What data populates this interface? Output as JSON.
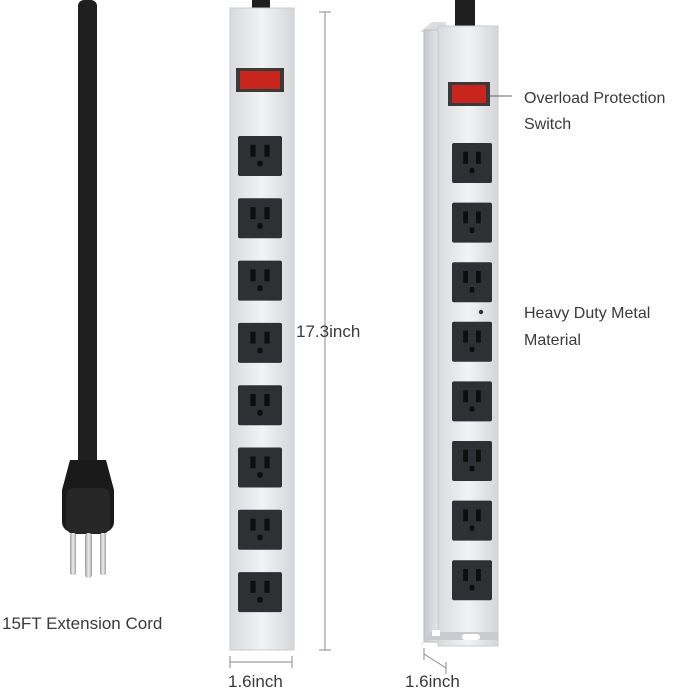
{
  "labels": {
    "cord": "15FT Extension Cord",
    "length": "17.3inch",
    "width_front": "1.6inch",
    "width_side": "1.6inch",
    "switch_line1": "Overload Protection",
    "switch_line2": "Switch",
    "metal_line1": "Heavy Duty Metal",
    "metal_line2": "Material"
  },
  "product": {
    "outlet_count": 8
  },
  "colors": {
    "housing": "#e9eaec",
    "housing_edge": "#c9cbcf",
    "outlet": "#2f3033",
    "switch": "#c8261c",
    "cord": "#1f1f1f",
    "text": "#3a3a3a"
  }
}
